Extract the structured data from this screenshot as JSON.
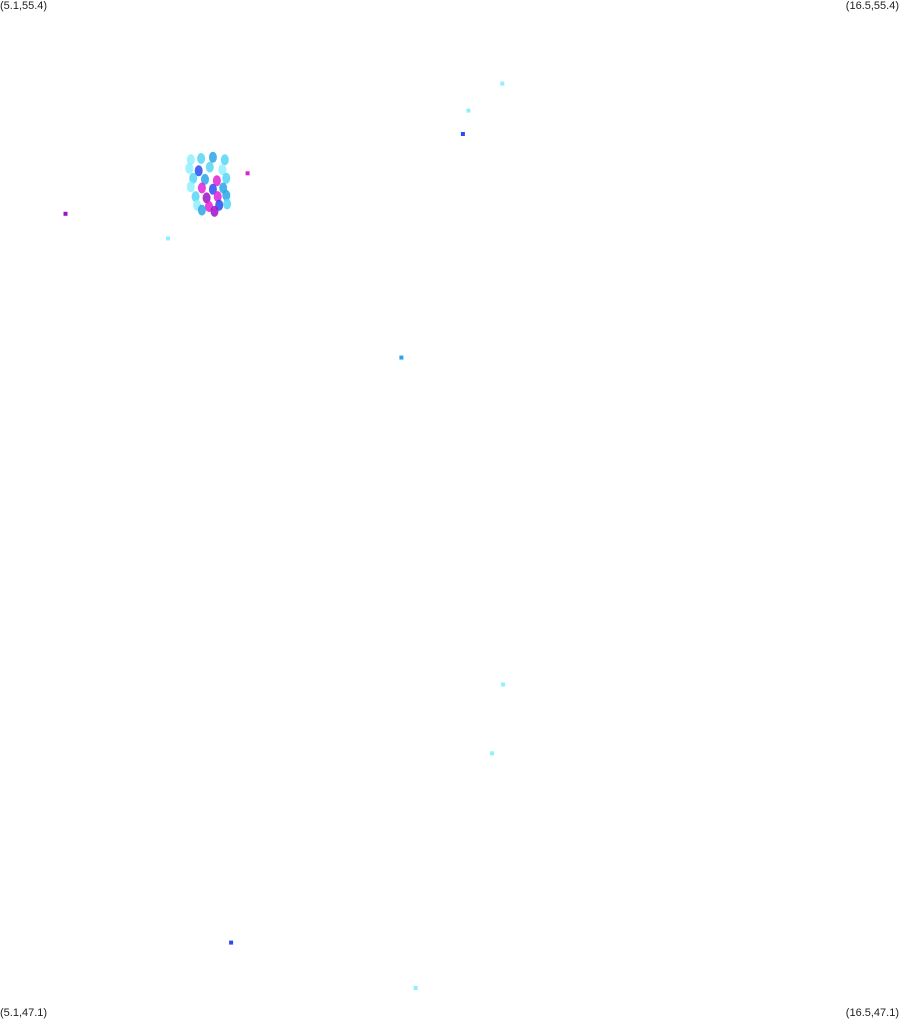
{
  "map": {
    "corners": {
      "top_left": "(5.1,55.4)",
      "top_right": "(16.5,55.4)",
      "bottom_left": "(5.1,47.1)",
      "bottom_right": "(16.5,47.1)"
    },
    "extent": {
      "lon_min": 5.1,
      "lon_max": 16.5,
      "lat_min": 47.1,
      "lat_max": 55.4
    },
    "colors": {
      "light_cyan": "#8ff0ff",
      "cyan": "#55d6f5",
      "sky": "#2aa6e6",
      "blue": "#2a4cf0",
      "magenta": "#e020d8",
      "purple": "#a010c8"
    },
    "points": [
      {
        "lon": 11.47,
        "lat": 54.72,
        "color": "light_cyan"
      },
      {
        "lon": 11.04,
        "lat": 54.5,
        "color": "light_cyan"
      },
      {
        "lon": 10.97,
        "lat": 54.31,
        "color": "blue"
      },
      {
        "lon": 8.24,
        "lat": 53.99,
        "color": "magenta"
      },
      {
        "lon": 5.93,
        "lat": 53.66,
        "color": "purple"
      },
      {
        "lon": 7.23,
        "lat": 53.46,
        "color": "light_cyan"
      },
      {
        "lon": 10.19,
        "lat": 52.49,
        "color": "sky"
      },
      {
        "lon": 11.48,
        "lat": 49.83,
        "color": "light_cyan"
      },
      {
        "lon": 11.34,
        "lat": 49.27,
        "color": "light_cyan"
      },
      {
        "lon": 8.03,
        "lat": 47.73,
        "color": "blue"
      },
      {
        "lon": 10.37,
        "lat": 47.36,
        "color": "light_cyan"
      }
    ],
    "cluster_points": [
      {
        "lon": 7.52,
        "lat": 54.1,
        "color": "light_cyan"
      },
      {
        "lon": 7.65,
        "lat": 54.11,
        "color": "cyan"
      },
      {
        "lon": 7.8,
        "lat": 54.12,
        "color": "sky"
      },
      {
        "lon": 7.95,
        "lat": 54.1,
        "color": "cyan"
      },
      {
        "lon": 7.5,
        "lat": 54.03,
        "color": "light_cyan"
      },
      {
        "lon": 7.62,
        "lat": 54.01,
        "color": "blue"
      },
      {
        "lon": 7.76,
        "lat": 54.04,
        "color": "cyan"
      },
      {
        "lon": 7.92,
        "lat": 54.02,
        "color": "light_cyan"
      },
      {
        "lon": 7.55,
        "lat": 53.95,
        "color": "cyan"
      },
      {
        "lon": 7.7,
        "lat": 53.94,
        "color": "sky"
      },
      {
        "lon": 7.85,
        "lat": 53.93,
        "color": "magenta"
      },
      {
        "lon": 7.97,
        "lat": 53.95,
        "color": "cyan"
      },
      {
        "lon": 7.52,
        "lat": 53.88,
        "color": "light_cyan"
      },
      {
        "lon": 7.66,
        "lat": 53.87,
        "color": "magenta"
      },
      {
        "lon": 7.8,
        "lat": 53.86,
        "color": "blue"
      },
      {
        "lon": 7.93,
        "lat": 53.87,
        "color": "sky"
      },
      {
        "lon": 7.58,
        "lat": 53.8,
        "color": "cyan"
      },
      {
        "lon": 7.72,
        "lat": 53.79,
        "color": "purple"
      },
      {
        "lon": 7.86,
        "lat": 53.8,
        "color": "magenta"
      },
      {
        "lon": 7.97,
        "lat": 53.81,
        "color": "sky"
      },
      {
        "lon": 7.6,
        "lat": 53.73,
        "color": "light_cyan"
      },
      {
        "lon": 7.75,
        "lat": 53.72,
        "color": "magenta"
      },
      {
        "lon": 7.88,
        "lat": 53.73,
        "color": "blue"
      },
      {
        "lon": 7.98,
        "lat": 53.74,
        "color": "cyan"
      },
      {
        "lon": 7.66,
        "lat": 53.69,
        "color": "sky"
      },
      {
        "lon": 7.82,
        "lat": 53.68,
        "color": "purple"
      }
    ]
  }
}
